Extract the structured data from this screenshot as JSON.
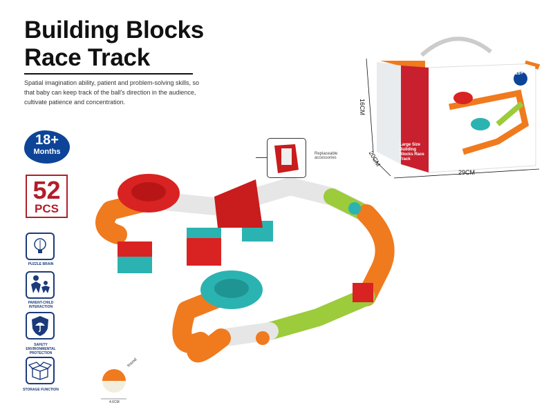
{
  "header": {
    "title_line1": "Building Blocks",
    "title_line2": "Race Track",
    "description": "Spatial imagination ability, patient and problem-solving skills, so that baby can keep track of the ball's direction in the audience, cultivate patience and concentration."
  },
  "badges": {
    "age_number": "18+",
    "age_unit": "Months",
    "pieces_number": "52",
    "pieces_unit": "PCS"
  },
  "features": [
    {
      "label": "PUZZLE BRAIN",
      "icon": "brain-bulb-icon"
    },
    {
      "label": "PARENT-CHILD INTERACTION",
      "icon": "parent-child-icon"
    },
    {
      "label": "SAFETY ENVIRONMENTAL PROTECTION",
      "icon": "shield-umbrella-icon"
    },
    {
      "label": "STORAGE FUNCTION",
      "icon": "open-box-icon"
    }
  ],
  "callout": {
    "label": "Replaceable accessories"
  },
  "ball": {
    "sound_label": "sound",
    "size_label": "4.6CM"
  },
  "package": {
    "height_label": "16CM",
    "depth_label": "20CM",
    "width_label": "29CM",
    "box_title": "Large Size Building Blocks Race Track",
    "box_age": "18+"
  },
  "colors": {
    "brand_blue": "#0d4497",
    "pcs_red": "#b21d2a",
    "track_orange": "#f07a1e",
    "track_red": "#d92222",
    "track_teal": "#2bb3b1",
    "track_green": "#9ccb3b",
    "track_grey": "#e6e6e6"
  }
}
